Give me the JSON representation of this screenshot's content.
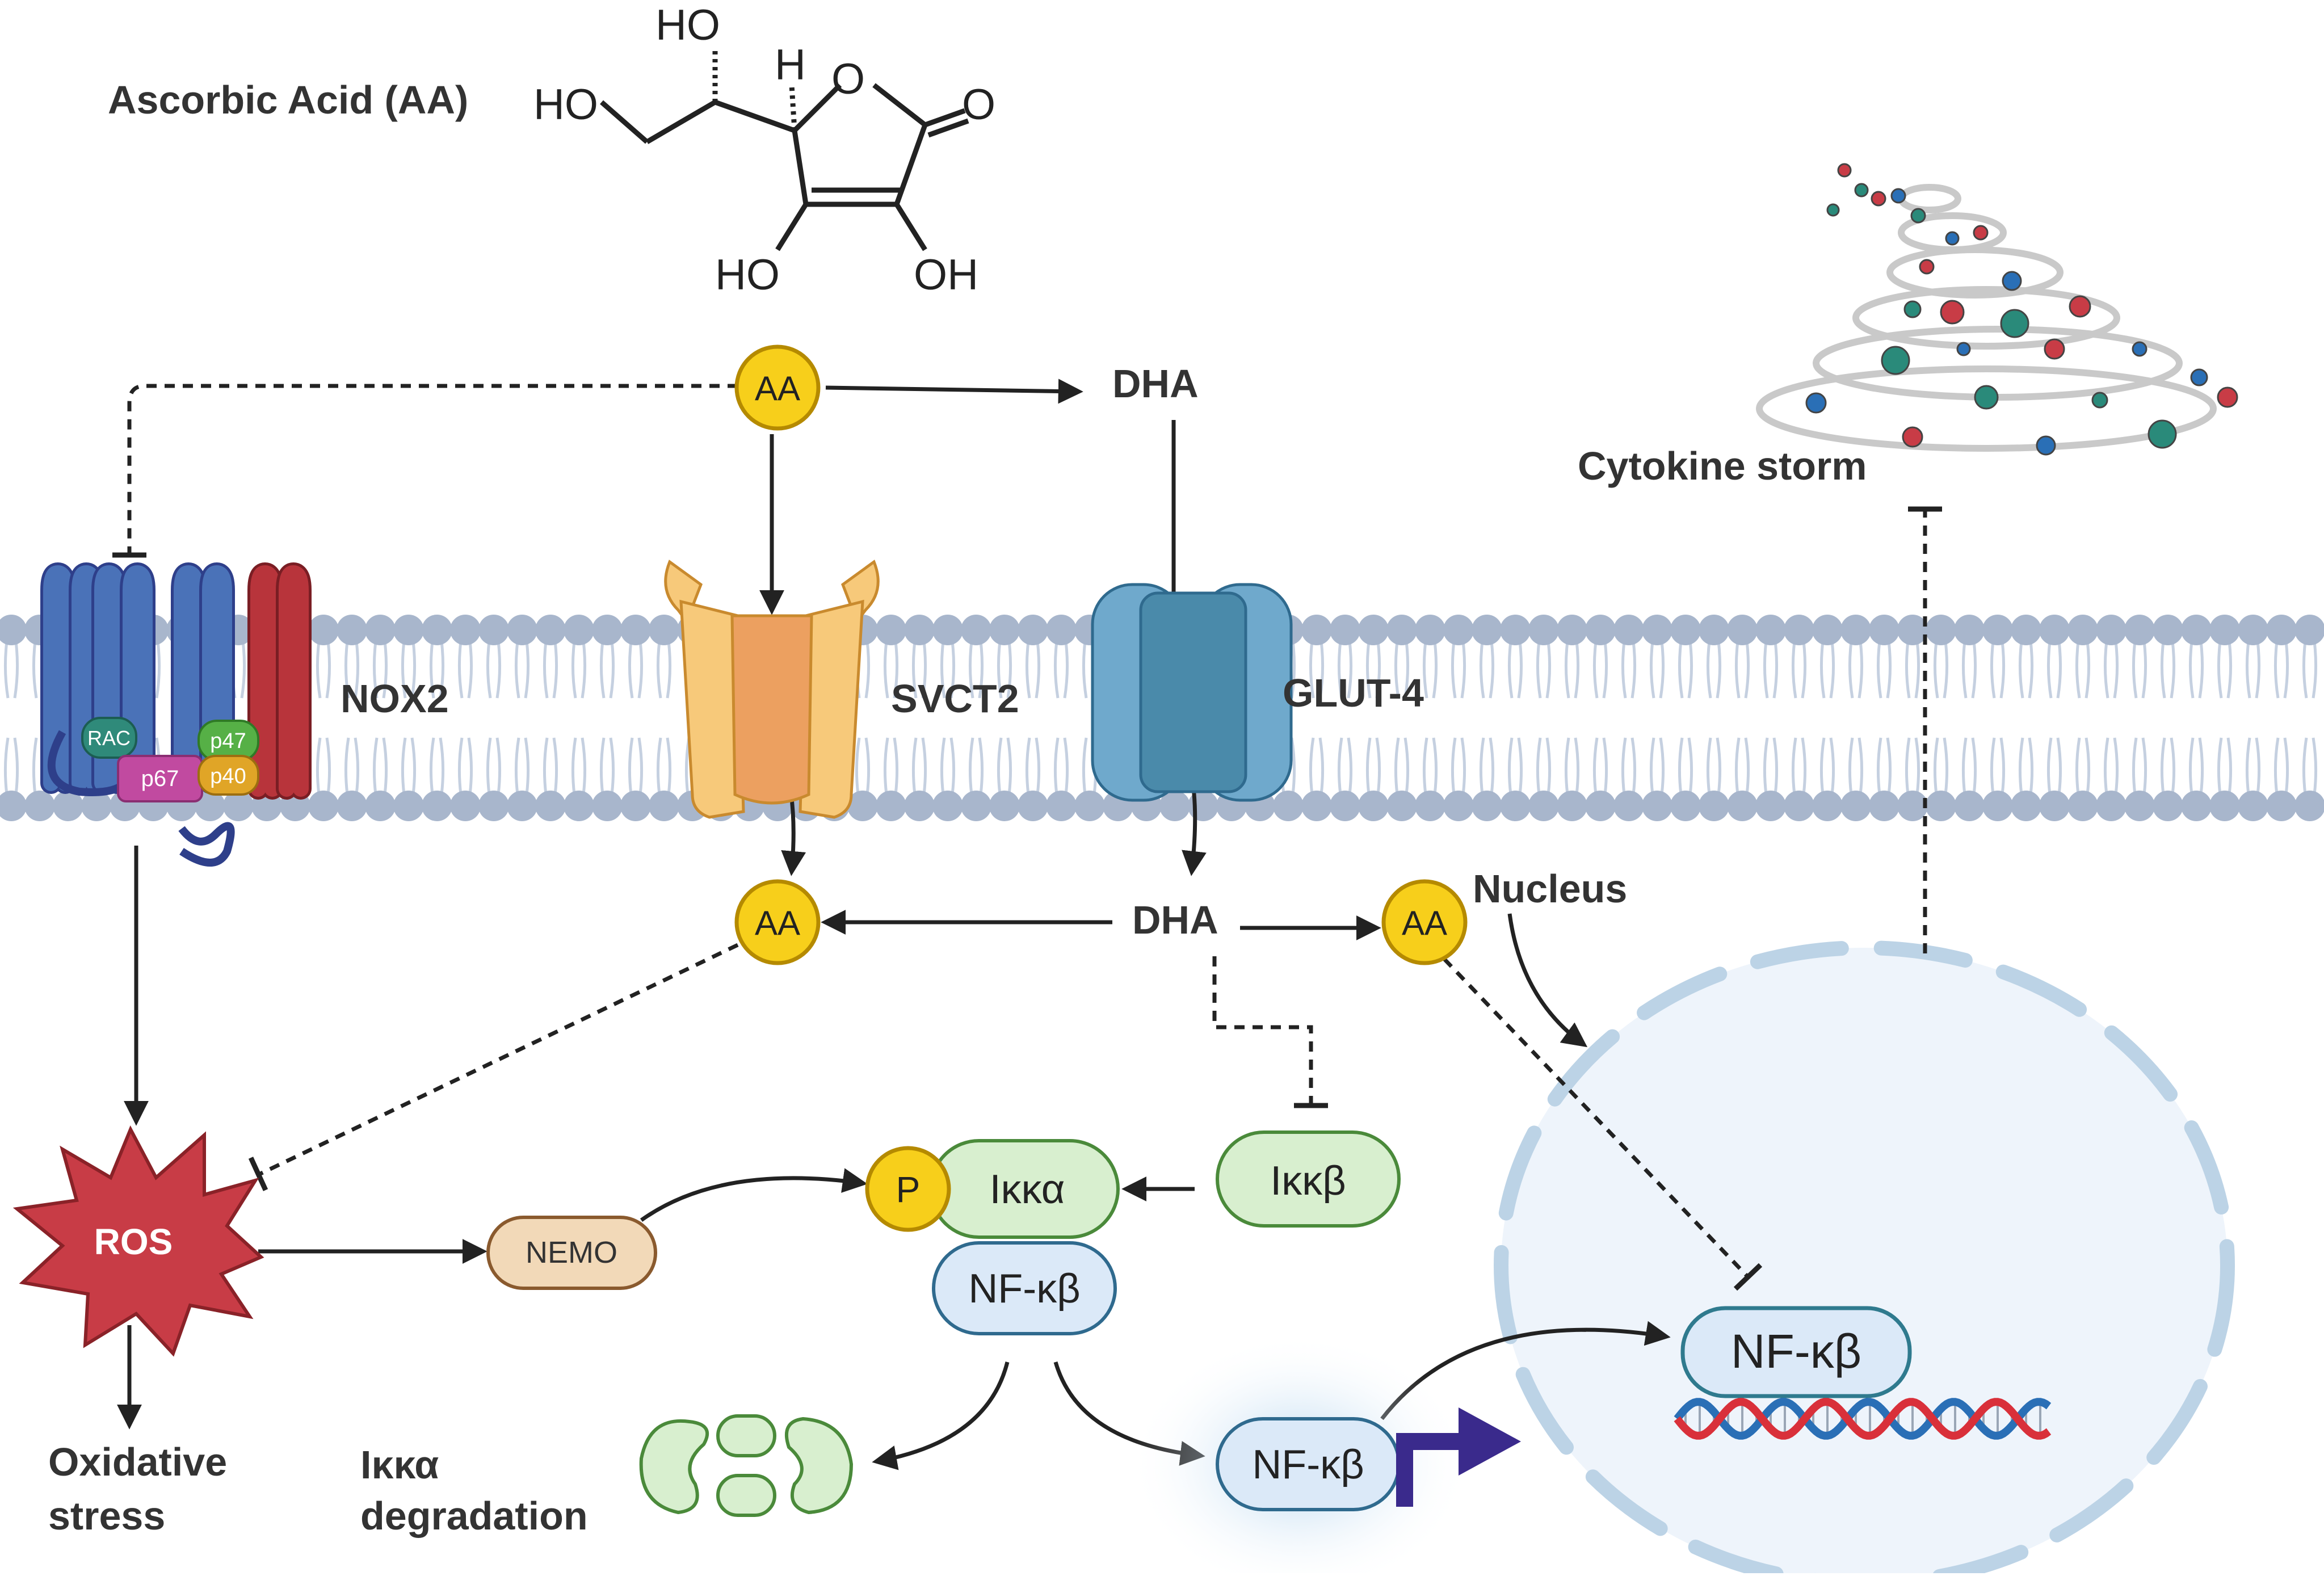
{
  "title": "Ascorbic Acid (AA)",
  "molecule": {
    "labels": {
      "ho_top": "HO",
      "h": "H",
      "o_ring": "O",
      "o_carbonyl": "O",
      "ho_left": "HO",
      "ho_bottom_left": "HO",
      "oh_bottom_right": "OH"
    }
  },
  "labels": {
    "aa": "AA",
    "dha": "DHA",
    "nox2": "NOX2",
    "svct2": "SVCT2",
    "glut4": "GLUT-4",
    "cytokine_storm": "Cytokine storm",
    "nucleus": "Nucleus",
    "ros": "ROS",
    "oxidative_stress_line1": "Oxidative",
    "oxidative_stress_line2": "stress",
    "ikka_degradation_line1": "Iκκα",
    "ikka_degradation_line2": "degradation",
    "nemo": "NEMO",
    "p": "P",
    "ikka": "Iκκα",
    "ikkb": "Iκκβ",
    "nfkb": "NF-κβ",
    "nox2_subunits": {
      "rac": "RAC",
      "p47": "p47",
      "p67": "p67",
      "p40": "p40"
    }
  },
  "colors": {
    "aa_fill": "#f7cf1b",
    "aa_stroke": "#b58a00",
    "membrane_head": "#a8b6cc",
    "membrane_tail": "#c5d0e0",
    "nox2_blue": "#4a72b8",
    "nox2_red": "#b8343b",
    "svct2": "#f0b060",
    "glut4": "#5a9bbf",
    "ros": "#c83c46",
    "nemo": "#f2d9b8",
    "ikka": "#d8efcf",
    "nfkb": "#dbe9f8",
    "nucleus": "#eef4fb",
    "dna_red": "#d9303a",
    "dna_blue": "#2a6fb6",
    "arrow_purple": "#3a2a8c"
  }
}
